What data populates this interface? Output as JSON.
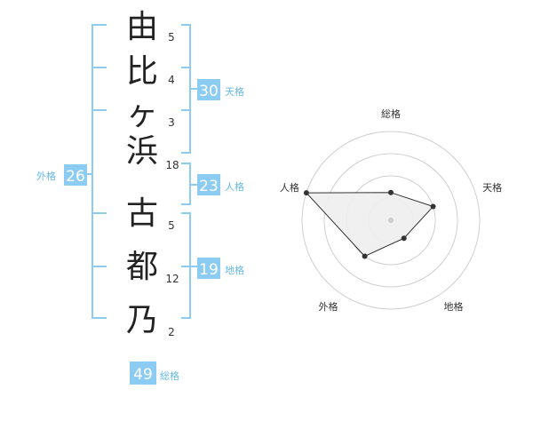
{
  "colors": {
    "accent": "#8dccf2",
    "badge_bg": "#8dccf2",
    "badge_text": "#ffffff",
    "label_text": "#66b8e8",
    "char_text": "#222222",
    "stroke_count_text": "#333333",
    "radar_ring": "#cfcfcf",
    "radar_fill": "#eeeeee",
    "radar_line": "#333333",
    "radar_point": "#333333",
    "radar_center": "#cccccc"
  },
  "name": {
    "characters": [
      {
        "char": "由",
        "strokes": "5"
      },
      {
        "char": "比",
        "strokes": "4"
      },
      {
        "char": "ヶ",
        "strokes": "3"
      },
      {
        "char": "浜",
        "strokes": "18"
      },
      {
        "char": "古",
        "strokes": "5"
      },
      {
        "char": "都",
        "strokes": "12"
      },
      {
        "char": "乃",
        "strokes": "2"
      }
    ]
  },
  "fortune": {
    "tenkaku": {
      "label": "天格",
      "value": "30"
    },
    "jinkaku": {
      "label": "人格",
      "value": "23"
    },
    "chikaku": {
      "label": "地格",
      "value": "19"
    },
    "gaikaku": {
      "label": "外格",
      "value": "26"
    },
    "soukaku": {
      "label": "総格",
      "value": "49"
    }
  },
  "chart_data": {
    "type": "radar",
    "axes": [
      "総格",
      "天格",
      "地格",
      "外格",
      "人格"
    ],
    "rings": 4,
    "max": 4,
    "values": [
      1.25,
      2,
      1,
      2,
      4
    ]
  }
}
